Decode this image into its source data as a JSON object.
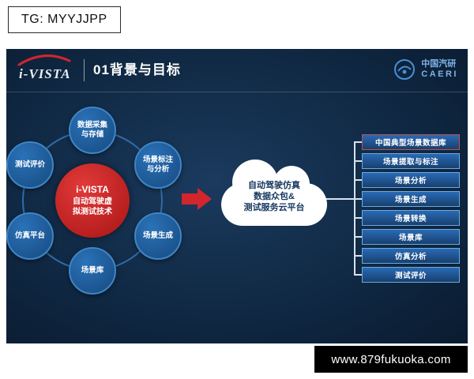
{
  "overlay": {
    "tg_label": "TG: MYYJJPP",
    "watermark": "www.879fukuoka.com"
  },
  "header": {
    "logo_text": "i-VISTA",
    "section_title": "01背景与目标",
    "caeri_name": "中国汽研",
    "caeri_abbr": "CAERI"
  },
  "diagram": {
    "center": {
      "title": "i-VISTA",
      "lines": [
        "自动驾驶虚",
        "拟测试技术"
      ]
    },
    "satellites": [
      {
        "position": "top",
        "lines": [
          "数据采集",
          "与存储"
        ]
      },
      {
        "position": "right-top",
        "lines": [
          "场景标注",
          "与分析"
        ]
      },
      {
        "position": "right-bottom",
        "lines": [
          "场景生成"
        ]
      },
      {
        "position": "bottom",
        "lines": [
          "场景库"
        ]
      },
      {
        "position": "left-bottom",
        "lines": [
          "仿真平台"
        ]
      },
      {
        "position": "left-top",
        "lines": [
          "测试评价"
        ]
      }
    ]
  },
  "cloud": {
    "lines": [
      "自动驾驶仿真",
      "数据众包&",
      "测试服务云平台"
    ]
  },
  "right_panel": {
    "items": [
      "中国典型场景数据库",
      "场景提取与标注",
      "场景分析",
      "场景生成",
      "场景转换",
      "场景库",
      "仿真分析",
      "测试评价"
    ]
  },
  "colors": {
    "slide_bg": "#0e2238",
    "accent_red": "#d2262c",
    "node_blue": "#1d5fa0",
    "box_blue": "#1d4f8a",
    "caeri_blue": "#7fb3e8"
  }
}
